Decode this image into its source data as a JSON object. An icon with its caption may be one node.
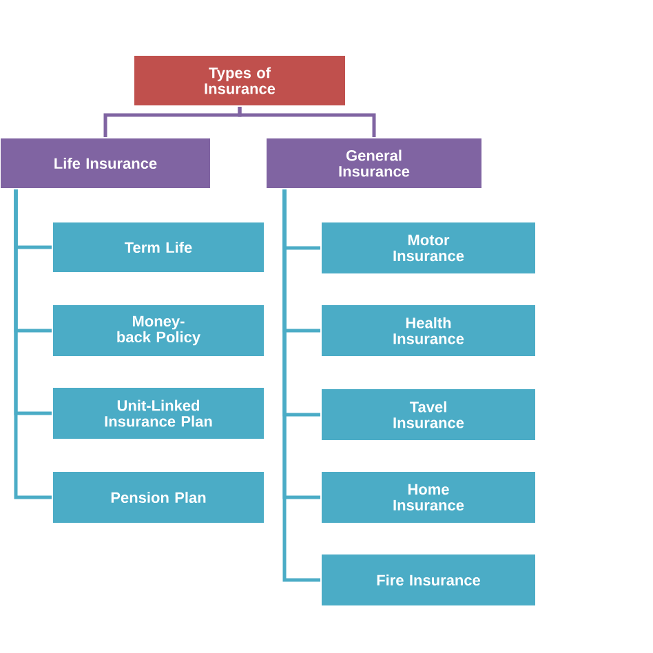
{
  "diagram": {
    "nodes": [
      {
        "text": [
          "Types of Insurance"
        ]
      },
      {
        "text": [
          "Life Insurance"
        ]
      },
      {
        "text": [
          "General Insurance"
        ]
      },
      {
        "text": [
          "Term Life"
        ]
      },
      {
        "text": [
          "Money-back Policy"
        ]
      },
      {
        "text": [
          "Unit-Linked Insurance Plan"
        ]
      },
      {
        "text": [
          "Pension Plan"
        ]
      },
      {
        "text": [
          "Motor Insurance"
        ]
      },
      {
        "text": [
          "Health Insurance"
        ]
      },
      {
        "text": [
          "Tavel Insurance"
        ]
      },
      {
        "text": [
          "Home Insurance"
        ]
      },
      {
        "text": [
          "Fire Insurance"
        ]
      }
    ],
    "edges": [
      {
        "from": 0,
        "to": 1,
        "arrow": "none",
        "color": "#8064a2"
      },
      {
        "from": 0,
        "to": 2,
        "arrow": "none",
        "color": "#8064a2"
      },
      {
        "from": 1,
        "to": 3,
        "arrow": "none"
      },
      {
        "from": 1,
        "to": 4,
        "arrow": "none"
      },
      {
        "from": 1,
        "to": 5,
        "arrow": "none"
      },
      {
        "from": 1,
        "to": 6,
        "arrow": "none"
      },
      {
        "from": 2,
        "to": 7,
        "arrow": "none"
      },
      {
        "from": 2,
        "to": 8,
        "arrow": "none"
      },
      {
        "from": 2,
        "to": 9,
        "arrow": "none"
      },
      {
        "from": 2,
        "to": 10,
        "arrow": "none"
      },
      {
        "from": 2,
        "to": 11,
        "arrow": "none"
      }
    ]
  }
}
